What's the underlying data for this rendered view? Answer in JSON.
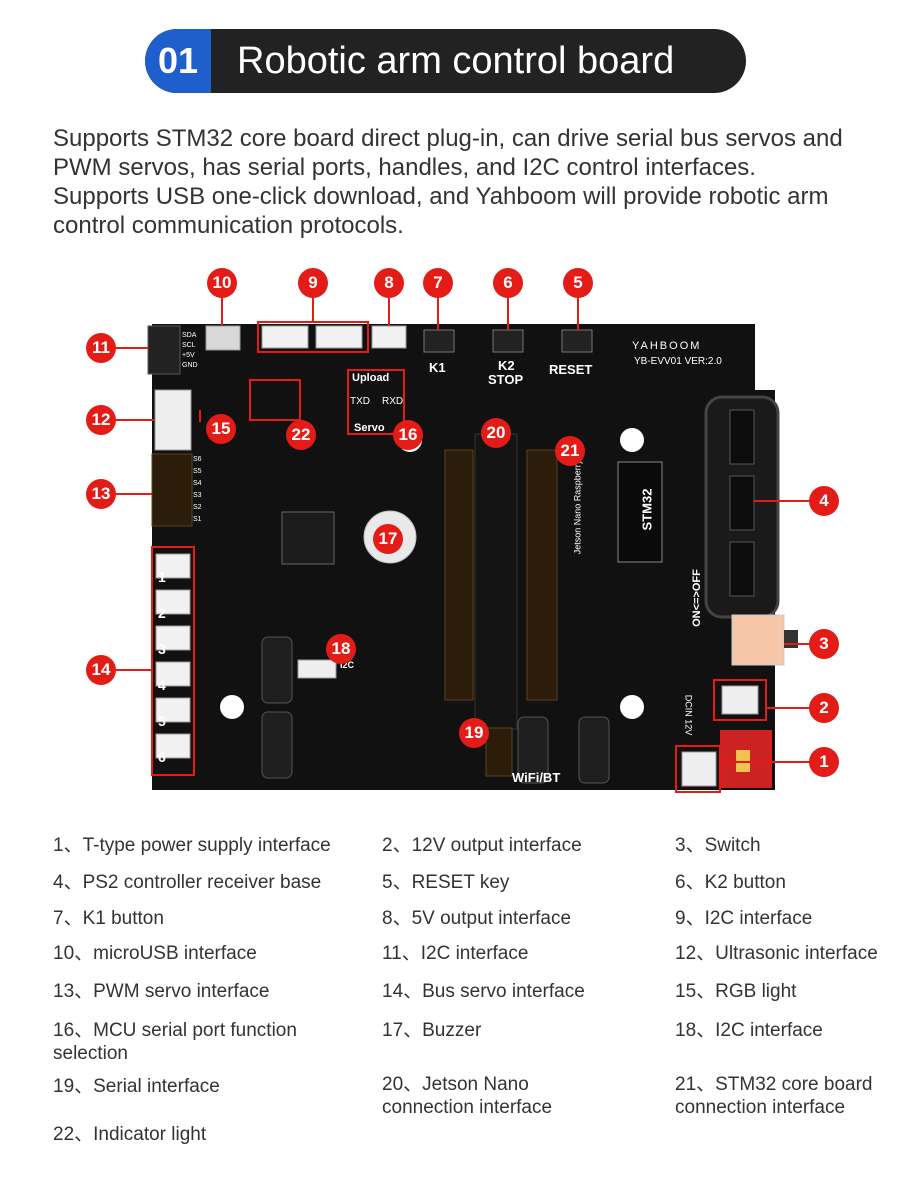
{
  "header": {
    "number": "01",
    "title": "Robotic arm control board"
  },
  "intro": "Supports STM32 core board direct plug-in, can drive serial bus servos and PWM servos, has serial ports, handles, and I2C control interfaces. Supports USB one-click download, and Yahboom will provide robotic arm control communication protocols.",
  "board": {
    "brand": "YAHBOOM",
    "version": "YB-EVV01  VER:2.0",
    "k1": "K1",
    "k2": "K2",
    "stop": "STOP",
    "reset": "RESET",
    "upload": "Upload",
    "servo": "Servo",
    "txd": "TXD",
    "rxd": "RXD",
    "stm32": "STM32",
    "jetson": "Jetson Nano Raspberry",
    "wifi": "WiFi/BT",
    "dcin": "DCIN 12V",
    "onoff": "ON<=>OFF",
    "i2c": "I2C",
    "sda": "SDA",
    "scl": "SCL",
    "v5": "+5V",
    "gnd": "GND",
    "port_numbers": [
      "1",
      "2",
      "3",
      "4",
      "5",
      "6"
    ],
    "pwm_pins": [
      "S6",
      "S5",
      "S4",
      "S3",
      "S2",
      "S1"
    ]
  },
  "callouts": [
    "1",
    "2",
    "3",
    "4",
    "5",
    "6",
    "7",
    "8",
    "9",
    "10",
    "11",
    "12",
    "13",
    "14",
    "15",
    "16",
    "17",
    "18",
    "19",
    "20",
    "21",
    "22"
  ],
  "legend": [
    "1、T-type power supply interface",
    "2、12V output interface",
    "3、Switch",
    "4、PS2 controller receiver base",
    "5、RESET key",
    "6、K2 button",
    "7、K1 button",
    "8、5V output interface",
    "9、I2C interface",
    "10、microUSB interface",
    "11、I2C interface",
    "12、Ultrasonic interface",
    "13、PWM servo interface",
    "14、Bus servo interface",
    "15、RGB light",
    "16、MCU serial port function selection",
    "17、Buzzer",
    "18、I2C interface",
    "19、Serial interface",
    "20、Jetson Nano connection interface",
    "21、STM32 core board connection interface",
    "22、Indicator light"
  ],
  "colors": {
    "accent_blue": "#1f5fcc",
    "callout_red": "#e31c17",
    "board": "#111111",
    "header_bg": "#222222"
  }
}
